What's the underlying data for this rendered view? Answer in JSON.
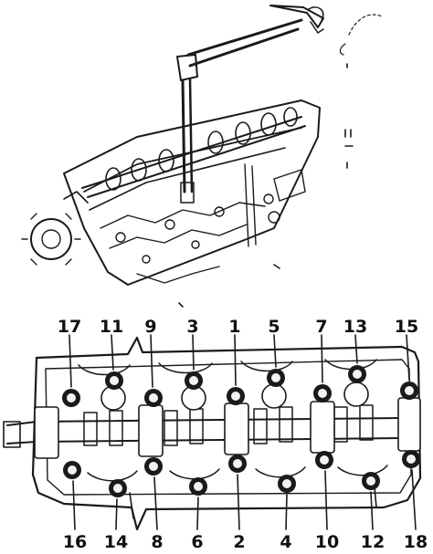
{
  "colors": {
    "ink": "#1a1a1a",
    "paper": "#ffffff",
    "bolt_hole": "#f2f2f2"
  },
  "illustration": {
    "icon": "torque-wrench-on-cylinder-head"
  },
  "top_row_labels": [
    "17",
    "11",
    "9",
    "3",
    "1",
    "5",
    "7",
    "13",
    "15"
  ],
  "bottom_row_labels": [
    "16",
    "14",
    "8",
    "6",
    "2",
    "4",
    "10",
    "12",
    "18"
  ]
}
